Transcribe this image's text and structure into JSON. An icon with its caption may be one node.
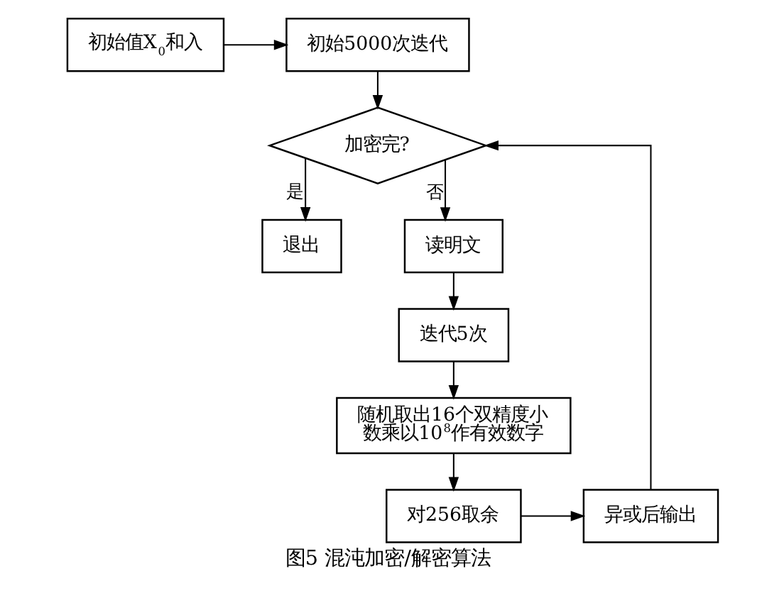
{
  "diagram": {
    "caption": "图5 混沌加密/解密算法",
    "nodes": [
      {
        "text": [
          "初始值X$_{0}$和入"
        ]
      },
      {
        "text": [
          "初始5000次迭代"
        ]
      },
      {
        "text": [
          "加密完?"
        ]
      },
      {
        "text": [
          "读明文"
        ]
      },
      {
        "text": [
          "退出"
        ]
      },
      {
        "text": [
          "迭代5次"
        ]
      },
      {
        "text": [
          "随机取出16个双精度小数乘以10$^{8}$作有效数字"
        ]
      },
      {
        "text": [
          "对256取余"
        ]
      },
      {
        "text": [
          "异或后输出"
        ]
      }
    ],
    "edges": [
      {
        "from": 0,
        "to": 1,
        "arrow": "to"
      },
      {
        "from": 1,
        "to": 2,
        "arrow": "to"
      },
      {
        "from": 2,
        "to": 4,
        "arrow": "to",
        "label": "是"
      },
      {
        "from": 2,
        "to": 3,
        "arrow": "to",
        "label": "否"
      },
      {
        "from": 3,
        "to": 5,
        "arrow": "to"
      },
      {
        "from": 5,
        "to": 6,
        "arrow": "to"
      },
      {
        "from": 6,
        "to": 7,
        "arrow": "to"
      },
      {
        "from": 7,
        "to": 8,
        "arrow": "to"
      },
      {
        "from": 8,
        "to": 2,
        "arrow": "to"
      }
    ]
  }
}
